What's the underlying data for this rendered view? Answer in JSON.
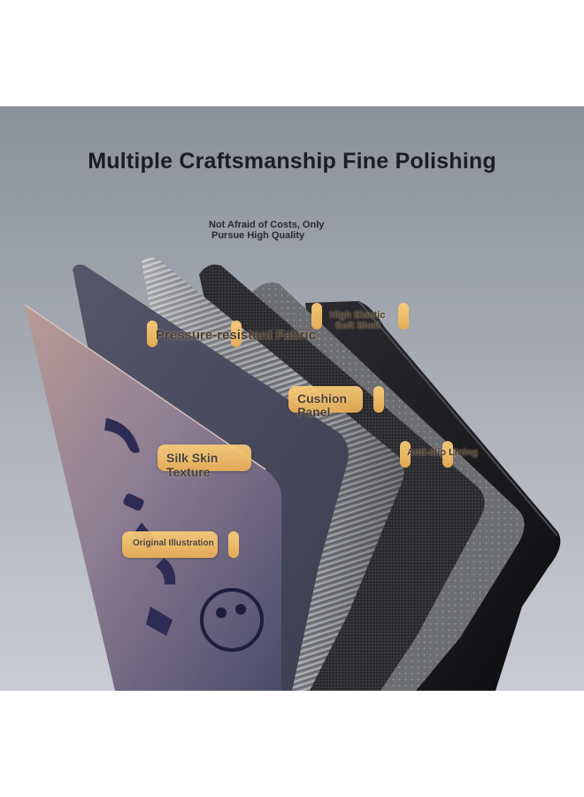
{
  "headline": "Multiple Craftsmanship Fine Polishing",
  "subline": [
    "Not Afraid of Costs, Only",
    "Pursue High Quality"
  ],
  "layers": [
    {
      "key": "illustration",
      "label": "Original Illustration"
    },
    {
      "key": "silk",
      "label": "Silk Skin Texture"
    },
    {
      "key": "fabric",
      "label": "Pressure-resistant Fabric"
    },
    {
      "key": "cushion",
      "label": "Cushion Panel"
    },
    {
      "key": "shell",
      "label": "High Elastic Soft Shell"
    },
    {
      "key": "lining",
      "label": "Anti-slip Lining"
    }
  ],
  "colors": {
    "tag": "#f2bd6a",
    "headline": "#1c1d22",
    "background_top": "#8c9099",
    "background_bottom": "#c9ccd2"
  }
}
